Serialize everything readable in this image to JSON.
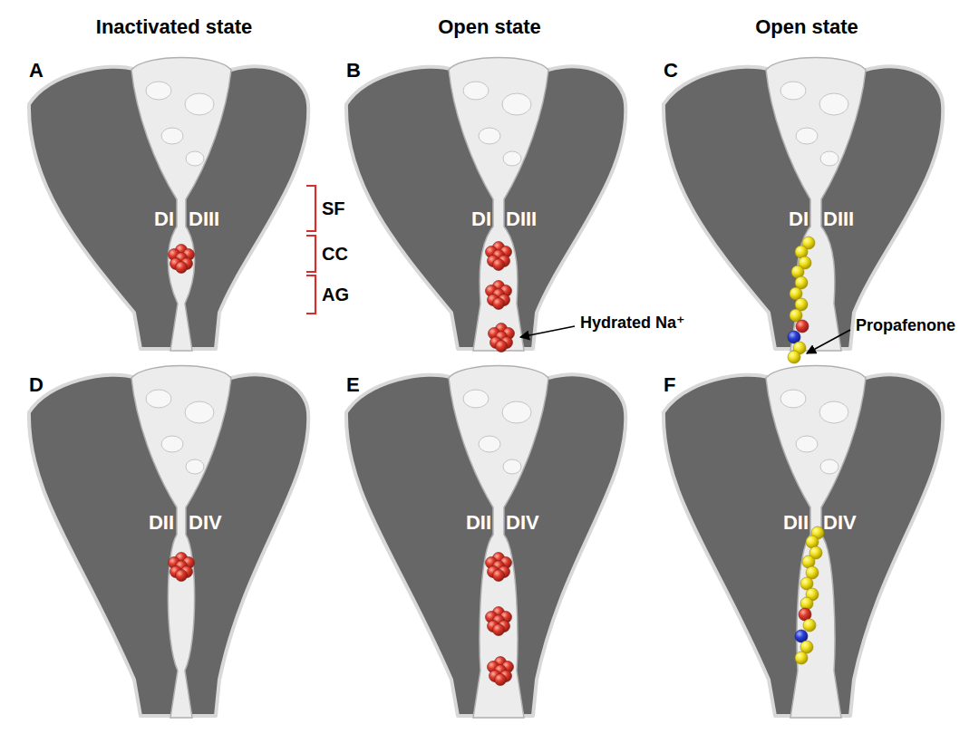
{
  "diagram": {
    "labels": [
      "Inactivated state",
      "Open state",
      "Open state",
      "A",
      "B",
      "C",
      "D",
      "E",
      "F",
      "DI",
      "DIII",
      "DI",
      "DIII",
      "DI",
      "DIII",
      "DII",
      "DIV",
      "DII",
      "DIV",
      "DII",
      "DIV",
      "SF",
      "CC",
      "AG",
      "Hydrated Na⁺",
      "Propafenone"
    ]
  }
}
